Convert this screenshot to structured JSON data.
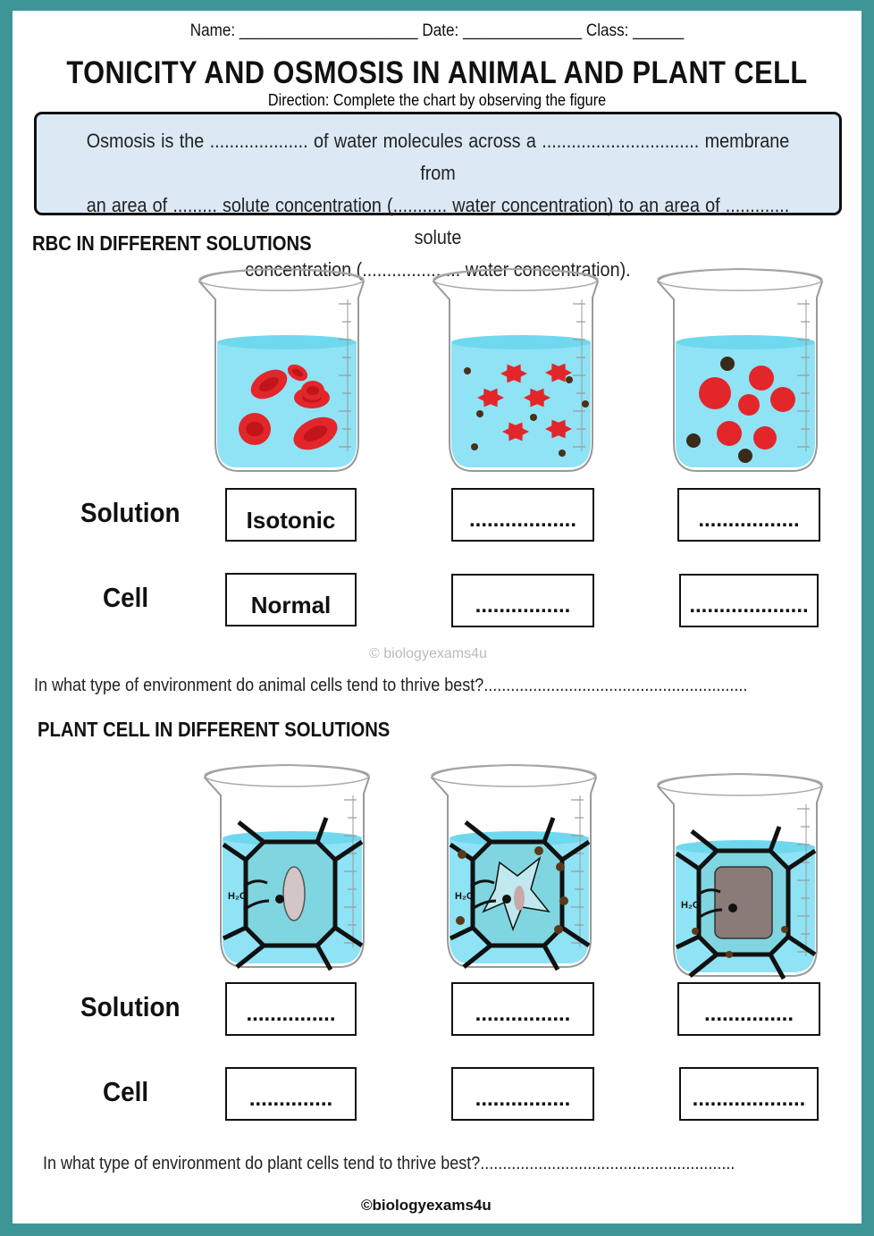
{
  "header": {
    "line": "Name: _____________________  Date: ______________   Class: ______"
  },
  "title": "TONICITY AND OSMOSIS IN ANIMAL AND PLANT CELL",
  "direction": "Direction: Complete the chart by observing the figure",
  "definition": {
    "line1": "Osmosis is the .................... of water molecules across a ................................ membrane from",
    "line2": "an area of ......... solute concentration (........... water concentration) to an area of ............. solute",
    "line3": "concentration (.................... water concentration)."
  },
  "rbc": {
    "heading": "RBC IN DIFFERENT SOLUTIONS",
    "solution_label": "Solution",
    "cell_label": "Cell",
    "solutions": [
      "Isotonic",
      "..................",
      "................."
    ],
    "cells": [
      "Normal",
      "................",
      "...................."
    ],
    "question": "In what type of environment do animal cells tend to thrive best?..........................................................."
  },
  "watermark": "biologyexams4u",
  "plant": {
    "heading": "PLANT CELL IN DIFFERENT SOLUTIONS",
    "solution_label": "Solution",
    "cell_label": "Cell",
    "water_label": "H₂O",
    "solutions": [
      "...............",
      "................",
      "..............."
    ],
    "cells": [
      "..............",
      "................",
      "..................."
    ],
    "question": "In what type of environment do plant cells tend to thrive best?........................................................."
  },
  "credit": "biologyexams4u",
  "colors": {
    "border": "#3e9595",
    "water": "#8fe3f5",
    "rbc": "#e3262a",
    "box_fill": "#dce9f5"
  }
}
